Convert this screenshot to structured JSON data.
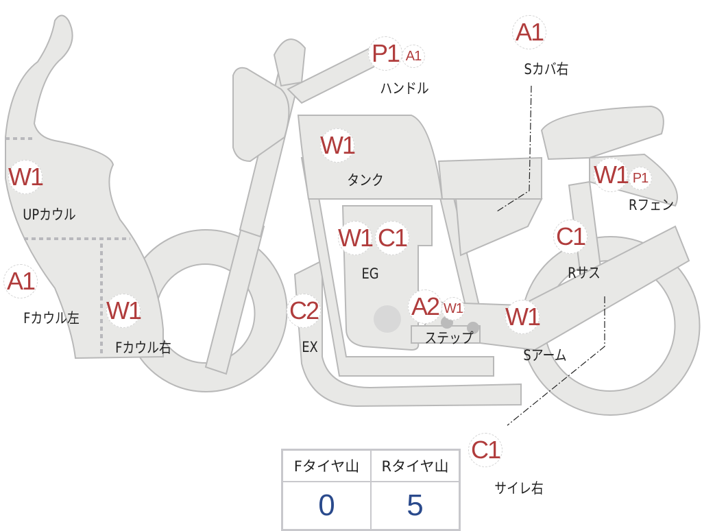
{
  "markers": [
    {
      "label": "UPカウル",
      "codes": [
        "W1"
      ]
    },
    {
      "label": "Fカウル左",
      "codes": [
        "A1"
      ]
    },
    {
      "label": "Fカウル右",
      "codes": [
        "W1"
      ]
    },
    {
      "label": "タンク",
      "codes": [
        "W1"
      ]
    },
    {
      "label": "ハンドル",
      "codes": [
        "P1",
        "A1"
      ]
    },
    {
      "label": "Sカバ右",
      "codes": [
        "A1"
      ]
    },
    {
      "label": "Rフェン",
      "codes": [
        "W1",
        "P1"
      ]
    },
    {
      "label": "Rサス",
      "codes": [
        "C1"
      ]
    },
    {
      "label": "EG",
      "codes": [
        "W1",
        "C1"
      ]
    },
    {
      "label": "EX",
      "codes": [
        "C2"
      ]
    },
    {
      "label": "ステップ",
      "codes": [
        "A2",
        "W1"
      ]
    },
    {
      "label": "Sアーム",
      "codes": [
        "W1"
      ]
    },
    {
      "label": "サイレ右",
      "codes": [
        "C1"
      ]
    }
  ],
  "tire_table": {
    "headers": [
      "Fタイヤ山",
      "Rタイヤ山"
    ],
    "values": [
      "0",
      "5"
    ]
  },
  "colors": {
    "code": "#b03c3c",
    "value": "#2a4a8c",
    "part_fill": "#e8e8e6",
    "part_stroke": "#b8b8b8"
  }
}
